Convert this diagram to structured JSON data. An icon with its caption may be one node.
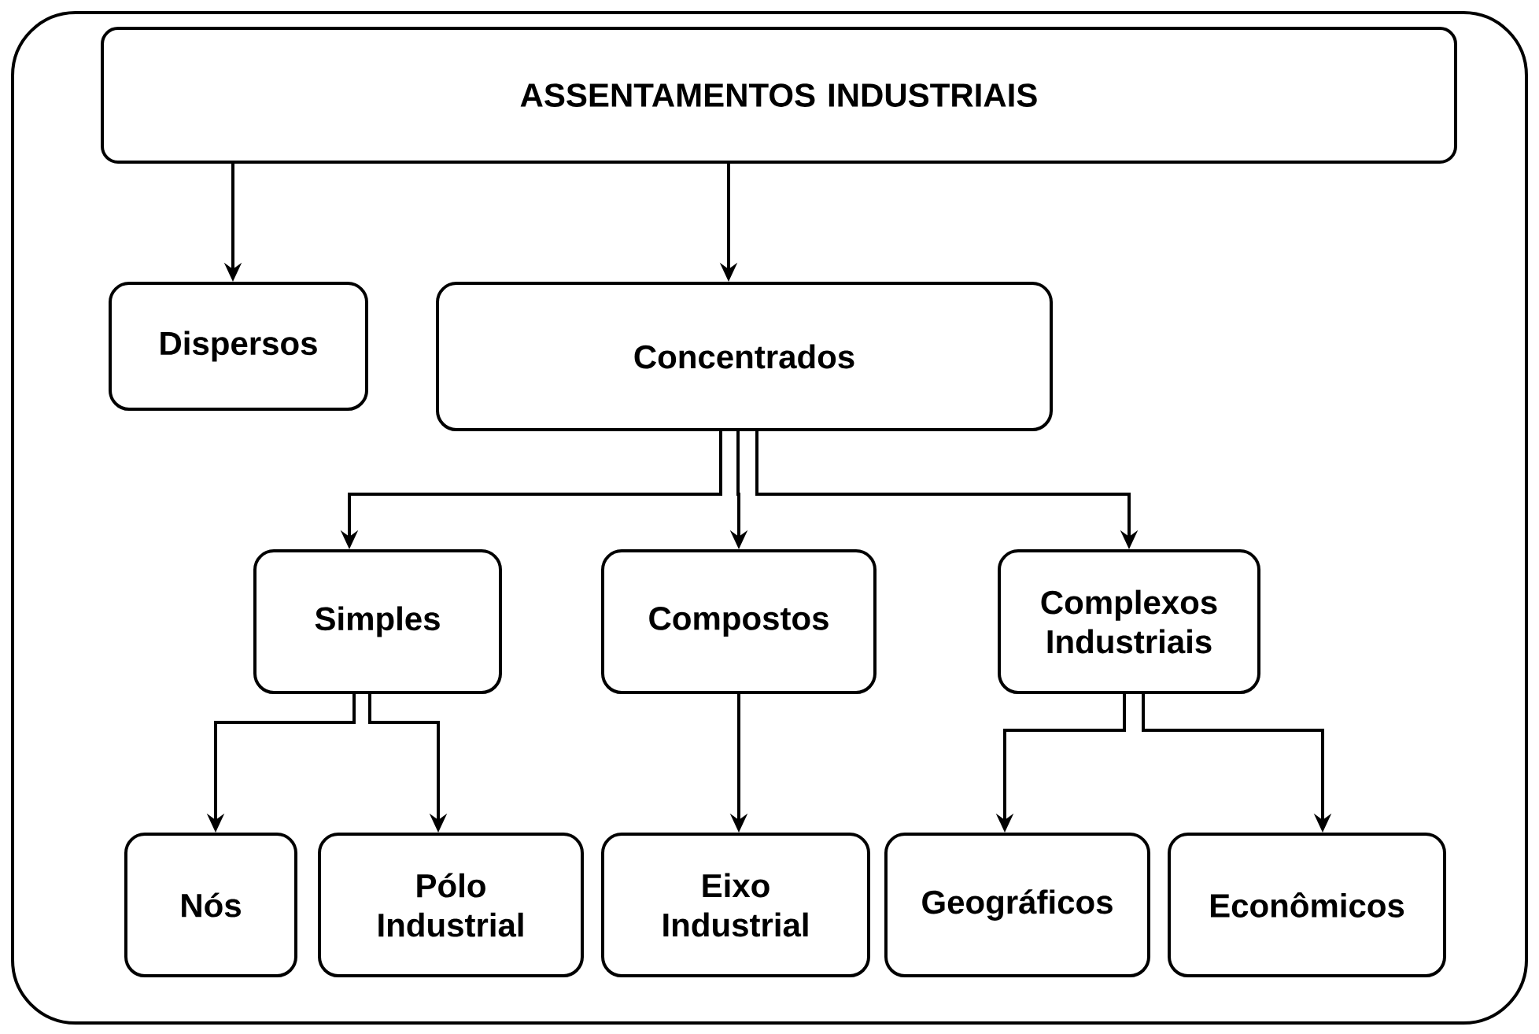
{
  "diagram": {
    "nodes": [
      {
        "text": [],
        "shape": "box"
      },
      {
        "text": [
          "ASSENTAMENTOS INDUSTRIAIS"
        ],
        "in": 0
      },
      {
        "text": [
          "Dispersos"
        ],
        "in": 0
      },
      {
        "text": [
          "Concentrados"
        ],
        "in": 0
      },
      {
        "text": [
          "Simples"
        ],
        "in": 0
      },
      {
        "text": [
          "Compostos"
        ],
        "in": 0
      },
      {
        "text": [
          "Complexos Industriais"
        ],
        "in": 0
      },
      {
        "text": [
          "Nós"
        ],
        "in": 0
      },
      {
        "text": [
          "Pólo Industrial"
        ],
        "in": 0
      },
      {
        "text": [
          "Eixo Industrial"
        ],
        "in": 0
      },
      {
        "text": [
          "Geográficos"
        ],
        "in": 0
      },
      {
        "text": [
          "Econômicos"
        ],
        "in": 0
      }
    ],
    "edges": [
      {
        "from": 1,
        "to": 2,
        "arrow": "to"
      },
      {
        "from": 1,
        "to": 3,
        "arrow": "to"
      },
      {
        "from": 3,
        "to": 4,
        "arrow": "to"
      },
      {
        "from": 3,
        "to": 5,
        "arrow": "to"
      },
      {
        "from": 3,
        "to": 6,
        "arrow": "to"
      },
      {
        "from": 4,
        "to": 7,
        "arrow": "to"
      },
      {
        "from": 4,
        "to": 8,
        "arrow": "to"
      },
      {
        "from": 5,
        "to": 9,
        "arrow": "to"
      },
      {
        "from": 6,
        "to": 10,
        "arrow": "to"
      },
      {
        "from": 6,
        "to": 11,
        "arrow": "to"
      }
    ]
  }
}
